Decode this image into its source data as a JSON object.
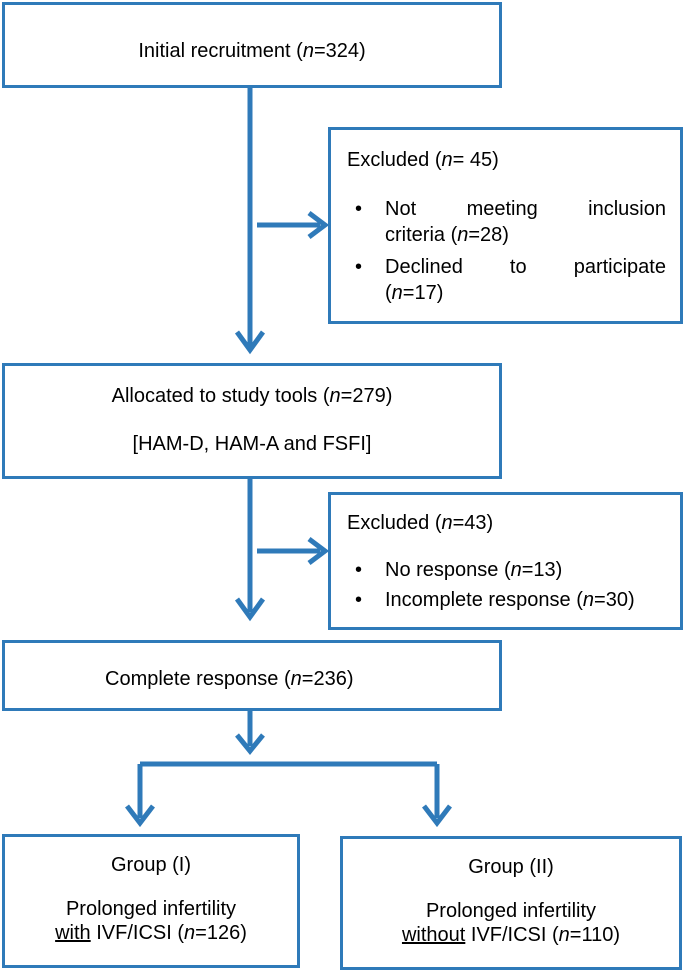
{
  "n_label": "n",
  "initial": {
    "pre": "Initial recruitment (",
    "post": "=324)"
  },
  "excluded1": {
    "title_pre": "Excluded (",
    "title_post": "= 45)",
    "items": [
      {
        "l1": [
          "Not",
          "meeting",
          "inclusion"
        ],
        "l2_pre": "criteria (",
        "l2_post": "=28)"
      },
      {
        "l1": [
          "Declined",
          "to",
          "participate"
        ],
        "l2_pre": "(",
        "l2_post": "=17)"
      }
    ]
  },
  "allocated": {
    "pre": "Allocated to study tools (",
    "post": "=279)",
    "tools": "[HAM-D, HAM-A and FSFI]"
  },
  "excluded2": {
    "title_pre": "Excluded (",
    "title_post": "=43)",
    "items": [
      {
        "pre": "No response (",
        "post": "=13)"
      },
      {
        "pre": "Incomplete response (",
        "post": "=30)"
      }
    ]
  },
  "complete": {
    "pre": "Complete response (",
    "post": "=236)"
  },
  "group1": {
    "title": "Group (I)",
    "line1": "Prolonged infertility",
    "emph": "with",
    "line2_mid": " IVF/ICSI (",
    "line2_post": "=126)"
  },
  "group2": {
    "title": "Group (II)",
    "line1": "Prolonged infertility",
    "emph": "without",
    "line2_mid": " IVF/ICSI (",
    "line2_post": "=110)"
  },
  "colors": {
    "border": "#2f7ab9",
    "arrow": "#2f7ab9"
  }
}
